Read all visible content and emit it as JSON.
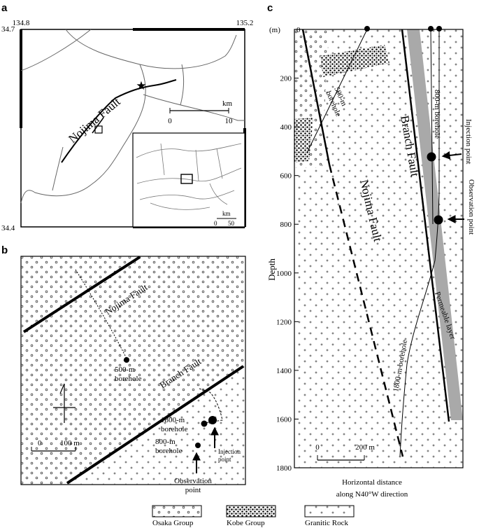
{
  "panel_a": {
    "letter": "a",
    "lon_left": "134.8",
    "lon_right": "135.2",
    "lat_top": "34.7",
    "lat_bottom": "34.4",
    "fault_label": "Nojima Fault",
    "scale_unit": "km",
    "scale_start": "0",
    "scale_end": "10",
    "inset_scale_unit": "km",
    "inset_scale_start": "0",
    "inset_scale_end": "50"
  },
  "panel_b": {
    "letter": "b",
    "nojima_label": "Nojima Fault",
    "branch_label": "Branch Fault",
    "borehole_500_line1": "500-m",
    "borehole_500_line2": "borehole",
    "borehole_1800_line1": "1800-m",
    "borehole_1800_line2": "borehole",
    "borehole_800_line1": "800-m",
    "borehole_800_line2": "borehole",
    "injection_line1": "Injection",
    "injection_line2": "point",
    "observation_line1": "Observation",
    "observation_line2": "point",
    "scale_start": "0",
    "scale_end": "100 m"
  },
  "panel_c": {
    "letter": "c",
    "depth_unit": "(m)",
    "depth_ticks": [
      "0",
      "200",
      "400",
      "600",
      "800",
      "1000",
      "1200",
      "1400",
      "1600",
      "1800"
    ],
    "ylabel": "Depth",
    "borehole_500_line1": "500-m",
    "borehole_500_line2": "borehole",
    "borehole_800": "800-m borehole",
    "borehole_1800": "1800-m borehole",
    "branch_label": "Branch Fault",
    "nojima_label": "Nojima Fault",
    "permeable_label": "Permeable layer",
    "injection_label": "Injection point",
    "observation_label": "Observation point",
    "scale_start": "0",
    "scale_end": "200 m",
    "xlabel_line1": "Horizontal distance",
    "xlabel_line2": "along N40°W direction"
  },
  "legend": {
    "osaka": "Osaka Group",
    "kobe": "Kobe Group",
    "granitic": "Granitic Rock"
  }
}
